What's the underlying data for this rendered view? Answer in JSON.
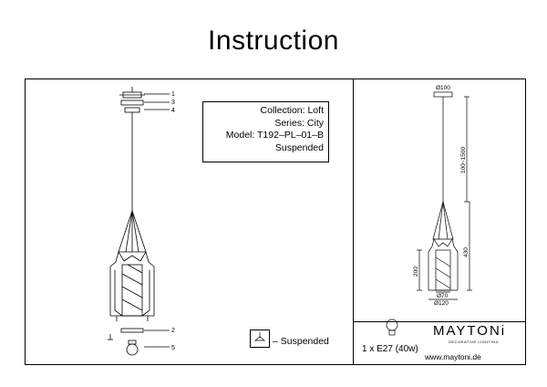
{
  "title": "Instruction",
  "info": {
    "collection": "Collection: Loft",
    "series": "Series: City",
    "model": "Model: T192–PL–01–B",
    "type": "Suspended"
  },
  "part_numbers": [
    "1",
    "3",
    "4",
    "2",
    "5"
  ],
  "legend": {
    "text": "– Suspended"
  },
  "bulb": {
    "text": "1 x E27 (40w)"
  },
  "brand": {
    "name": "MAYTONi",
    "tagline": "DECORATIVE LIGHTING",
    "website": "www.maytoni.de"
  },
  "dimensions": {
    "canopy": "Ø100",
    "cable": "100~1500",
    "height": "430",
    "shade_height": "200",
    "inner_dia": "Ø70",
    "outer_dia": "Ø120"
  }
}
